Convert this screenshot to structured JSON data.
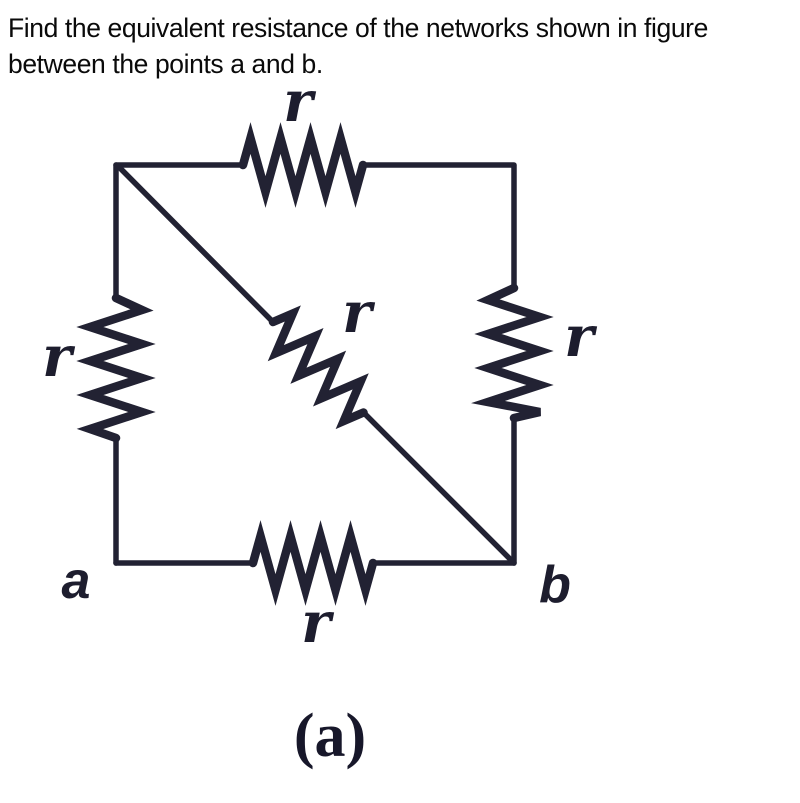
{
  "problem": {
    "line1": "Find the equivalent resistance of the networks shown in figure",
    "line2": "between the points a and b."
  },
  "figure": {
    "caption": "(a)",
    "terminals": {
      "a": "a",
      "b": "b"
    },
    "resistors": {
      "top": "r",
      "left": "r",
      "right": "r",
      "diagonal": "r",
      "bottom": "r"
    },
    "colors": {
      "ink": "#222233",
      "text": "#0a0a0a",
      "background": "#ffffff"
    }
  }
}
